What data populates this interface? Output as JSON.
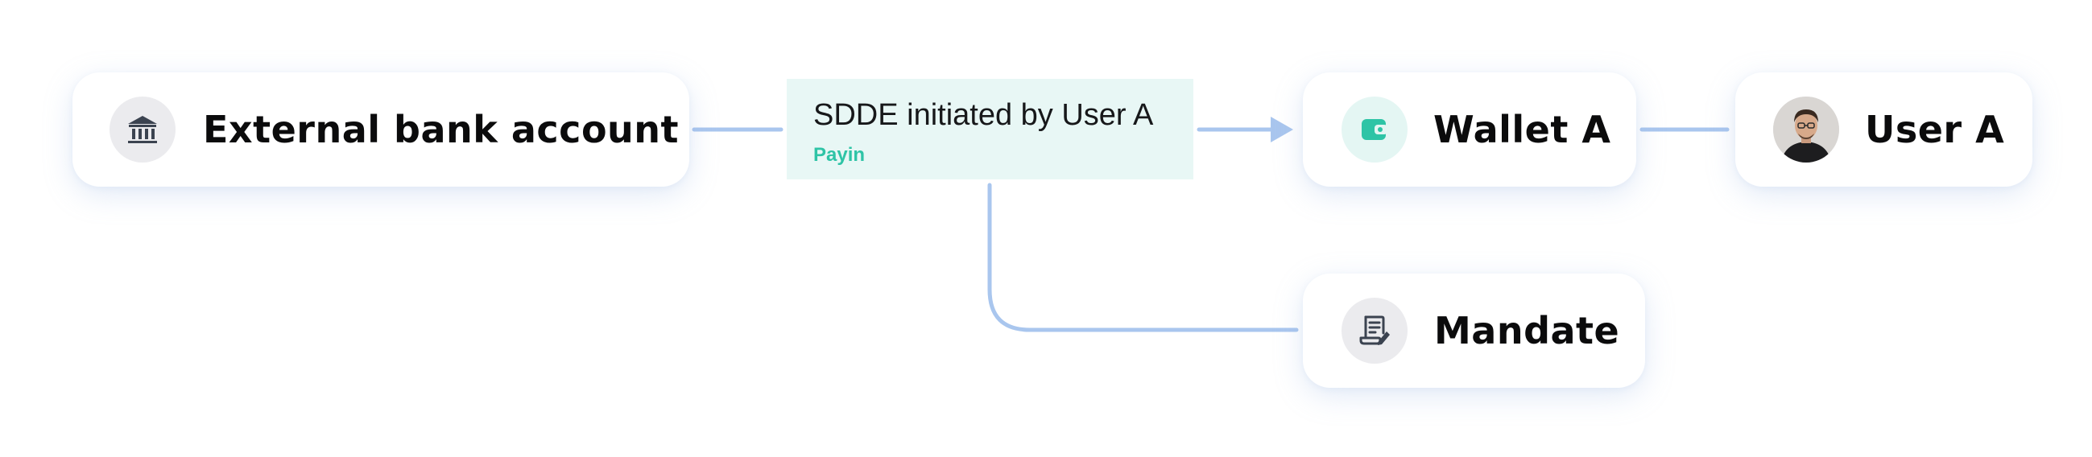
{
  "colors": {
    "connector": "#a9c6ee",
    "accent": "#2ec4a6",
    "transaction_bg": "#e8f7f5",
    "icon_bg_gray": "#ebebee",
    "icon_bg_mint": "#e4f6f3"
  },
  "nodes": {
    "external_bank": {
      "label": "External bank account",
      "icon": "bank-icon"
    },
    "wallet": {
      "label": "Wallet A",
      "icon": "wallet-icon"
    },
    "user": {
      "label": "User A",
      "icon": "user-avatar"
    },
    "mandate": {
      "label": "Mandate",
      "icon": "mandate-document-icon"
    }
  },
  "transaction": {
    "title": "SDDE initiated by User A",
    "type": "Payin"
  }
}
